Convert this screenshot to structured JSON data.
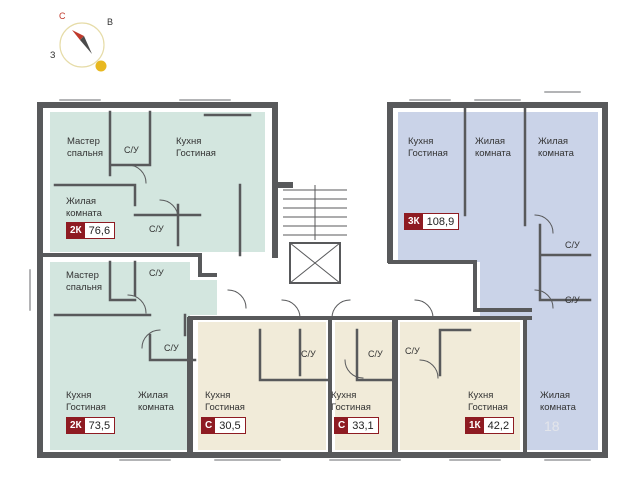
{
  "compass": {
    "north": "С",
    "east": "В",
    "west": "З",
    "north_color": "#c0392b",
    "sun_color": "#e8b820"
  },
  "colors": {
    "wall": "#58595b",
    "green": "#d3e6df",
    "blue": "#cad3e8",
    "beige": "#f1ebd9",
    "badge": "#8e1b22"
  },
  "apartments": [
    {
      "type": "2К",
      "area": "76,6"
    },
    {
      "type": "2К",
      "area": "73,5"
    },
    {
      "type": "С",
      "area": "30,5"
    },
    {
      "type": "С",
      "area": "33,1"
    },
    {
      "type": "1К",
      "area": "42,2"
    },
    {
      "type": "3К",
      "area": "108,9"
    }
  ],
  "rooms": {
    "master_bedroom": "Мастер\nспальня",
    "kitchen_living": "Кухня\nГостиная",
    "living_room": "Жилая\nкомната",
    "bathroom": "С/У"
  },
  "watermark": "18"
}
